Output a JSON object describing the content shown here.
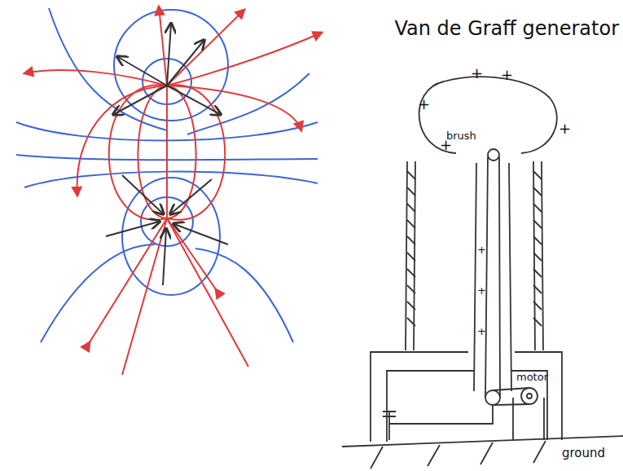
{
  "diagram": {
    "labels": [
      "Van de Graff generator",
      "+",
      "+",
      "+",
      "+",
      "+",
      "brush",
      "+",
      "+",
      "+",
      "motor",
      "ground"
    ]
  }
}
